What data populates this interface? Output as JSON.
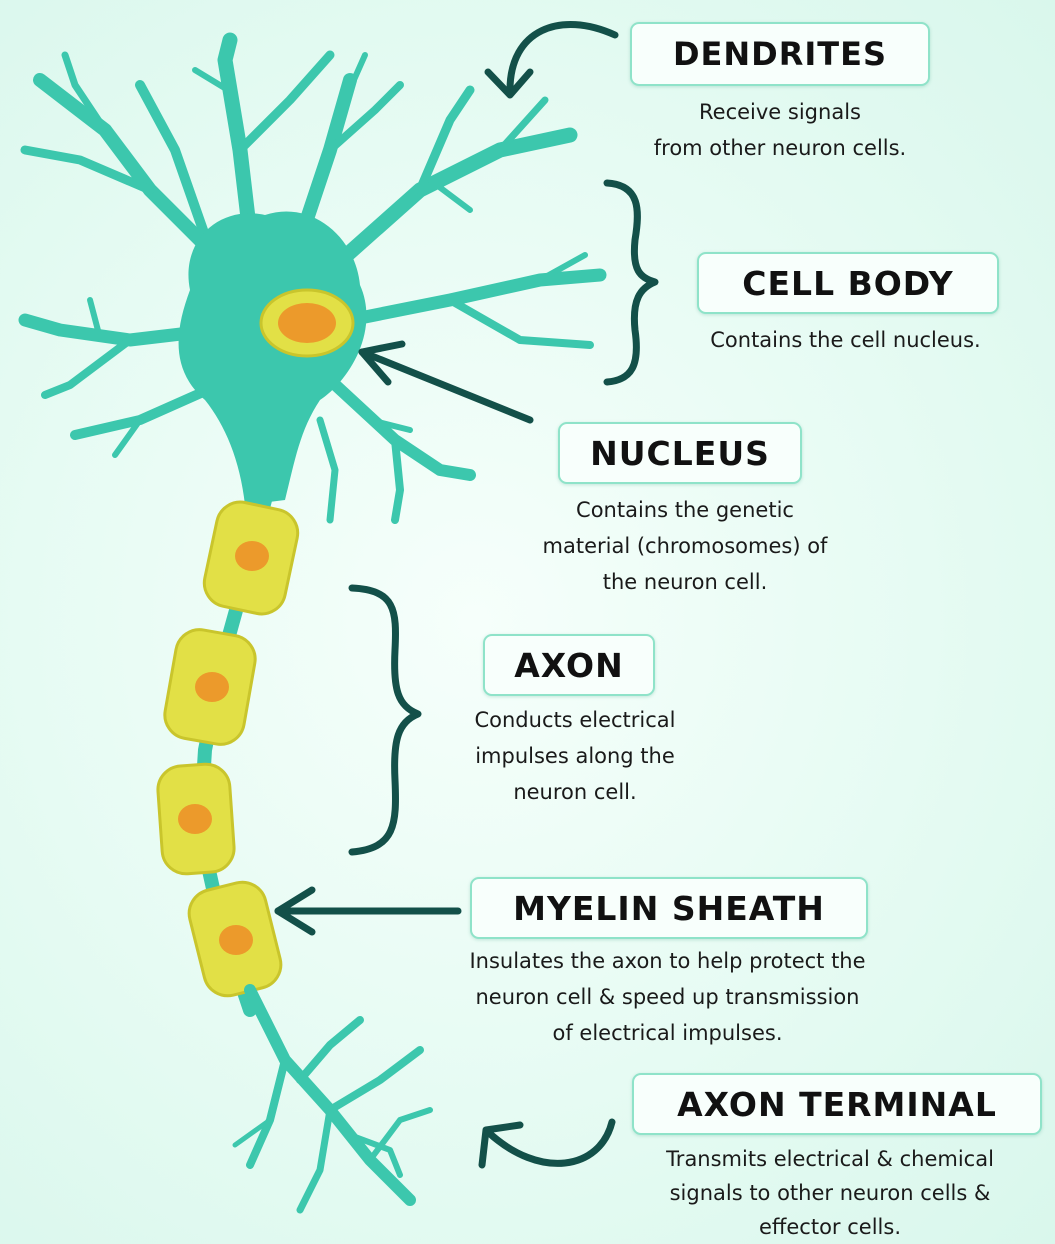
{
  "labels": {
    "dendrites": {
      "title": "DENDRITES",
      "desc": "Receive signals\nfrom other neuron cells."
    },
    "cell_body": {
      "title": "CELL BODY",
      "desc": "Contains the cell nucleus."
    },
    "nucleus": {
      "title": "NUCLEUS",
      "desc": "Contains the genetic\nmaterial (chromosomes) of\nthe neuron cell."
    },
    "axon": {
      "title": "AXON",
      "desc": "Conducts electrical\nimpulses along the\nneuron cell."
    },
    "myelin_sheath": {
      "title": "MYELIN SHEATH",
      "desc": "Insulates the axon to help protect the\nneuron cell & speed up transmission\nof electrical impulses."
    },
    "axon_terminal": {
      "title": "AXON TERMINAL",
      "desc": "Transmits electrical & chemical\nsignals to other neuron cells &\neffector cells."
    }
  },
  "colors": {
    "neuron": "#3cc7ad",
    "myelin": "#e2e046",
    "myelin_edge": "#c9c52c",
    "nucleus_core": "#ec9a2b",
    "arrow": "#135049"
  }
}
